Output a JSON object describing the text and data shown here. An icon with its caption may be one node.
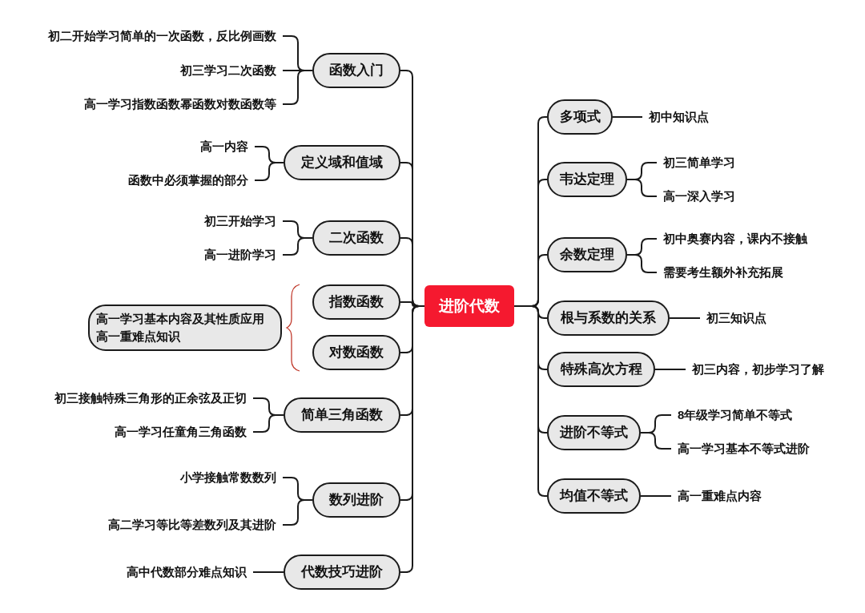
{
  "diagram": {
    "nodes": [
      {
        "text": [
          "进阶代数"
        ]
      },
      {
        "text": [
          "函数入门"
        ]
      },
      {
        "text": [
          "初二开始学习简单的一次函数，反比例画数"
        ]
      },
      {
        "text": [
          "初三学习二次函数"
        ]
      },
      {
        "text": [
          "高一学习指数函数幂函数对数函数等"
        ]
      },
      {
        "text": [
          "定义域和值域"
        ]
      },
      {
        "text": [
          "高一内容"
        ]
      },
      {
        "text": [
          "函数中必须掌握的部分"
        ]
      },
      {
        "text": [
          "二次函数"
        ]
      },
      {
        "text": [
          "初三开始学习"
        ]
      },
      {
        "text": [
          "高一进阶学习"
        ]
      },
      {
        "text": [
          "指数函数"
        ]
      },
      {
        "text": [
          "对数函数"
        ]
      },
      {
        "text": [
          "高一学习基本内容及其性质应用",
          "高一重难点知识"
        ]
      },
      {
        "text": [
          "简单三角函数"
        ]
      },
      {
        "text": [
          "初三接触特殊三角形的正余弦及正切"
        ]
      },
      {
        "text": [
          "高一学习任童角三角函数"
        ]
      },
      {
        "text": [
          "数列进阶"
        ]
      },
      {
        "text": [
          "小学接触常数数列"
        ]
      },
      {
        "text": [
          "高二学习等比等差数列及其进阶"
        ]
      },
      {
        "text": [
          "代数技巧进阶"
        ]
      },
      {
        "text": [
          "高中代数部分难点知识"
        ]
      },
      {
        "text": [
          "多项式"
        ]
      },
      {
        "text": [
          "初中知识点"
        ]
      },
      {
        "text": [
          "韦达定理"
        ]
      },
      {
        "text": [
          "初三简单学习"
        ]
      },
      {
        "text": [
          "高一深入学习"
        ]
      },
      {
        "text": [
          "余数定理"
        ]
      },
      {
        "text": [
          "初中奥赛内容，课内不接触"
        ]
      },
      {
        "text": [
          "需要考生额外补充拓展"
        ]
      },
      {
        "text": [
          "根与系数的关系"
        ]
      },
      {
        "text": [
          "初三知识点"
        ]
      },
      {
        "text": [
          "特殊高次方程"
        ]
      },
      {
        "text": [
          "初三内容，初步学习了解"
        ]
      },
      {
        "text": [
          "进阶不等式"
        ]
      },
      {
        "text": [
          "8年级学习简单不等式"
        ]
      },
      {
        "text": [
          "高一学习基本不等式进阶"
        ]
      },
      {
        "text": [
          "均值不等式"
        ]
      },
      {
        "text": [
          "高一重难点内容"
        ]
      }
    ],
    "edges": [
      {
        "from": 0,
        "to": 1,
        "arrow": "none"
      },
      {
        "from": 0,
        "to": 5,
        "arrow": "none"
      },
      {
        "from": 0,
        "to": 8,
        "arrow": "none"
      },
      {
        "from": 0,
        "to": 11,
        "arrow": "none"
      },
      {
        "from": 0,
        "to": 12,
        "arrow": "none"
      },
      {
        "from": 0,
        "to": 14,
        "arrow": "none"
      },
      {
        "from": 0,
        "to": 17,
        "arrow": "none"
      },
      {
        "from": 0,
        "to": 20,
        "arrow": "none"
      },
      {
        "from": 0,
        "to": 22,
        "arrow": "none"
      },
      {
        "from": 0,
        "to": 24,
        "arrow": "none"
      },
      {
        "from": 0,
        "to": 27,
        "arrow": "none"
      },
      {
        "from": 0,
        "to": 30,
        "arrow": "none"
      },
      {
        "from": 0,
        "to": 32,
        "arrow": "none"
      },
      {
        "from": 0,
        "to": 34,
        "arrow": "none"
      },
      {
        "from": 0,
        "to": 37,
        "arrow": "none"
      },
      {
        "from": 1,
        "to": 2,
        "arrow": "none"
      },
      {
        "from": 1,
        "to": 3,
        "arrow": "none"
      },
      {
        "from": 1,
        "to": 4,
        "arrow": "none"
      },
      {
        "from": 5,
        "to": 6,
        "arrow": "none"
      },
      {
        "from": 5,
        "to": 7,
        "arrow": "none"
      },
      {
        "from": 8,
        "to": 9,
        "arrow": "none"
      },
      {
        "from": 8,
        "to": 10,
        "arrow": "none"
      },
      {
        "from": 14,
        "to": 15,
        "arrow": "none"
      },
      {
        "from": 14,
        "to": 16,
        "arrow": "none"
      },
      {
        "from": 17,
        "to": 18,
        "arrow": "none"
      },
      {
        "from": 17,
        "to": 19,
        "arrow": "none"
      },
      {
        "from": 20,
        "to": 21,
        "arrow": "none"
      },
      {
        "from": 22,
        "to": 23,
        "arrow": "none"
      },
      {
        "from": 24,
        "to": 25,
        "arrow": "none"
      },
      {
        "from": 24,
        "to": 26,
        "arrow": "none"
      },
      {
        "from": 27,
        "to": 28,
        "arrow": "none"
      },
      {
        "from": 27,
        "to": 29,
        "arrow": "none"
      },
      {
        "from": 30,
        "to": 31,
        "arrow": "none"
      },
      {
        "from": 32,
        "to": 33,
        "arrow": "none"
      },
      {
        "from": 34,
        "to": 35,
        "arrow": "none"
      },
      {
        "from": 34,
        "to": 36,
        "arrow": "none"
      },
      {
        "from": 37,
        "to": 38,
        "arrow": "none"
      }
    ]
  }
}
